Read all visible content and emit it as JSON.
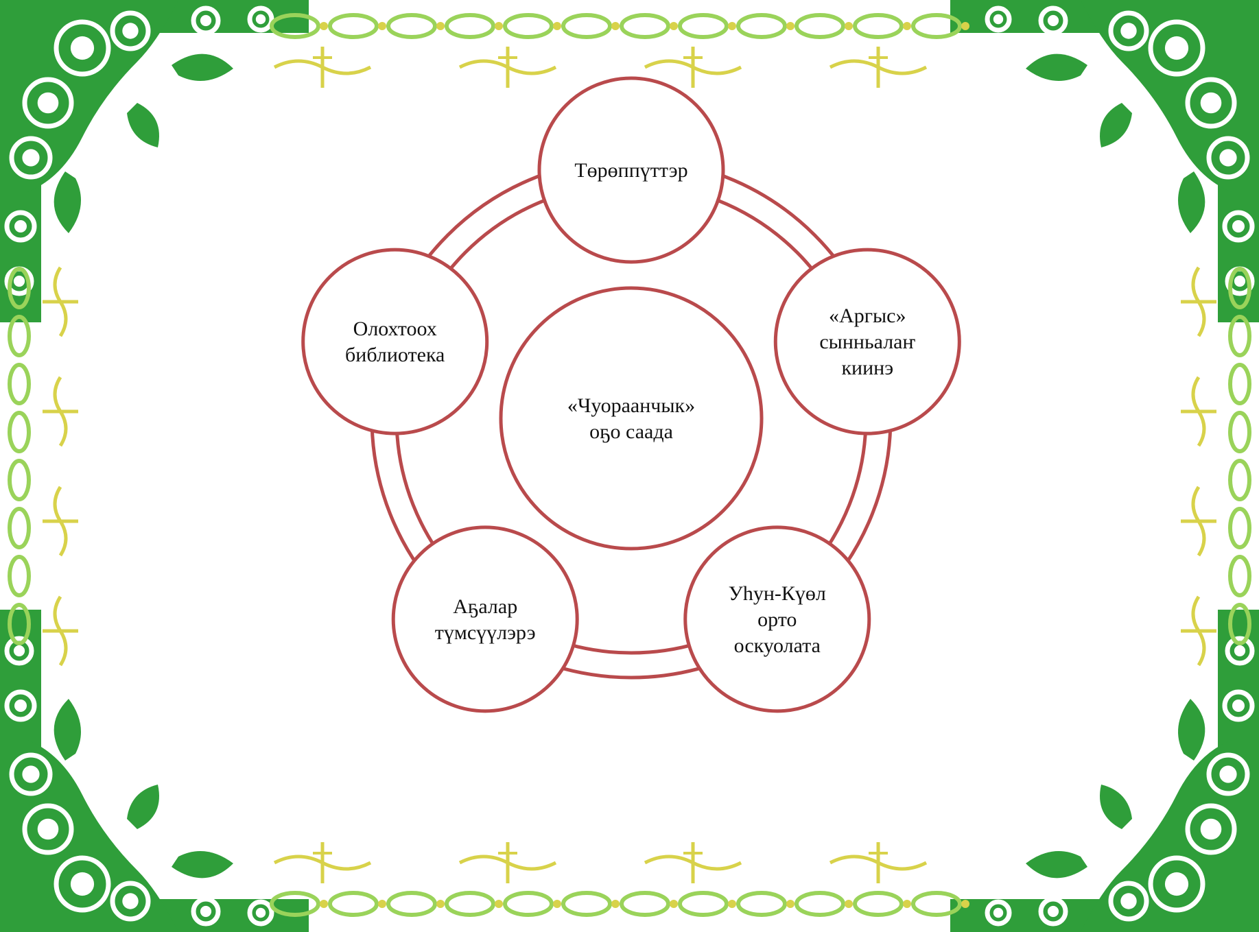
{
  "diagram": {
    "center": {
      "lines": [
        "«Чуораанчык»",
        "оҕо саада"
      ]
    },
    "nodes": [
      {
        "id": "parents",
        "lines": [
          "Төрөппүттэр"
        ]
      },
      {
        "id": "argys",
        "lines": [
          "«Аргыс»",
          "сынньалаҥ",
          "киинэ"
        ]
      },
      {
        "id": "school",
        "lines": [
          "Уһун-Күөл",
          "орто",
          "оскуолата"
        ]
      },
      {
        "id": "elders",
        "lines": [
          "Аҕалар",
          "түмсүүлэрэ"
        ]
      },
      {
        "id": "library",
        "lines": [
          "Олохтоох",
          "библиотека"
        ]
      }
    ]
  },
  "colors": {
    "circle_stroke": "#b94a4c",
    "frame_dark_green": "#2f9e3a",
    "frame_light_green": "#9ad35a",
    "frame_yellow": "#d8d24a",
    "background": "#ffffff"
  },
  "decorations": {
    "frame_style": "green-ornamental-border"
  }
}
